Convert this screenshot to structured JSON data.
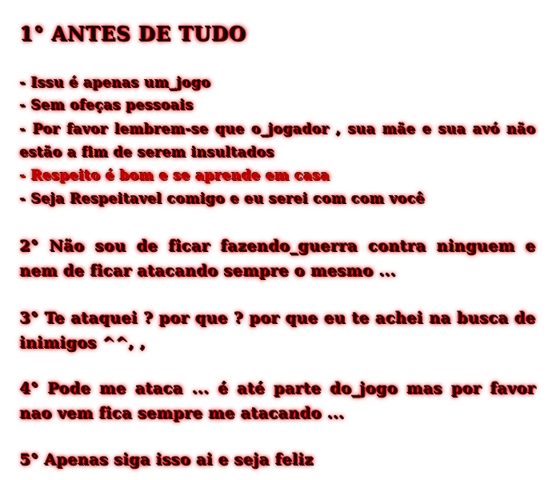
{
  "title": "1° ANTES DE TUDO",
  "rules": [
    "- Issu é apenas um_jogo",
    "- Sem ofeças pessoais",
    "- Por favor lembrem-se que o_jogador , sua mãe e sua avó não estão a fim de serem insultados",
    "- Respeito é bom e se aprende em casa",
    "- Seja Respeitavel comigo e eu serei com com você"
  ],
  "sections": [
    "2° Não sou de ficar fazendo_guerra contra ninguem e nem de ficar atacando sempre o mesmo ...",
    "3° Te ataquei ? por que ? por que eu te achei na busca de inimigos ^^, ,",
    "4° Pode me ataca ... é até parte do_jogo mas por favor nao vem fica sempre me atacando ...",
    "5° Apenas siga isso ai e seja feliz"
  ]
}
